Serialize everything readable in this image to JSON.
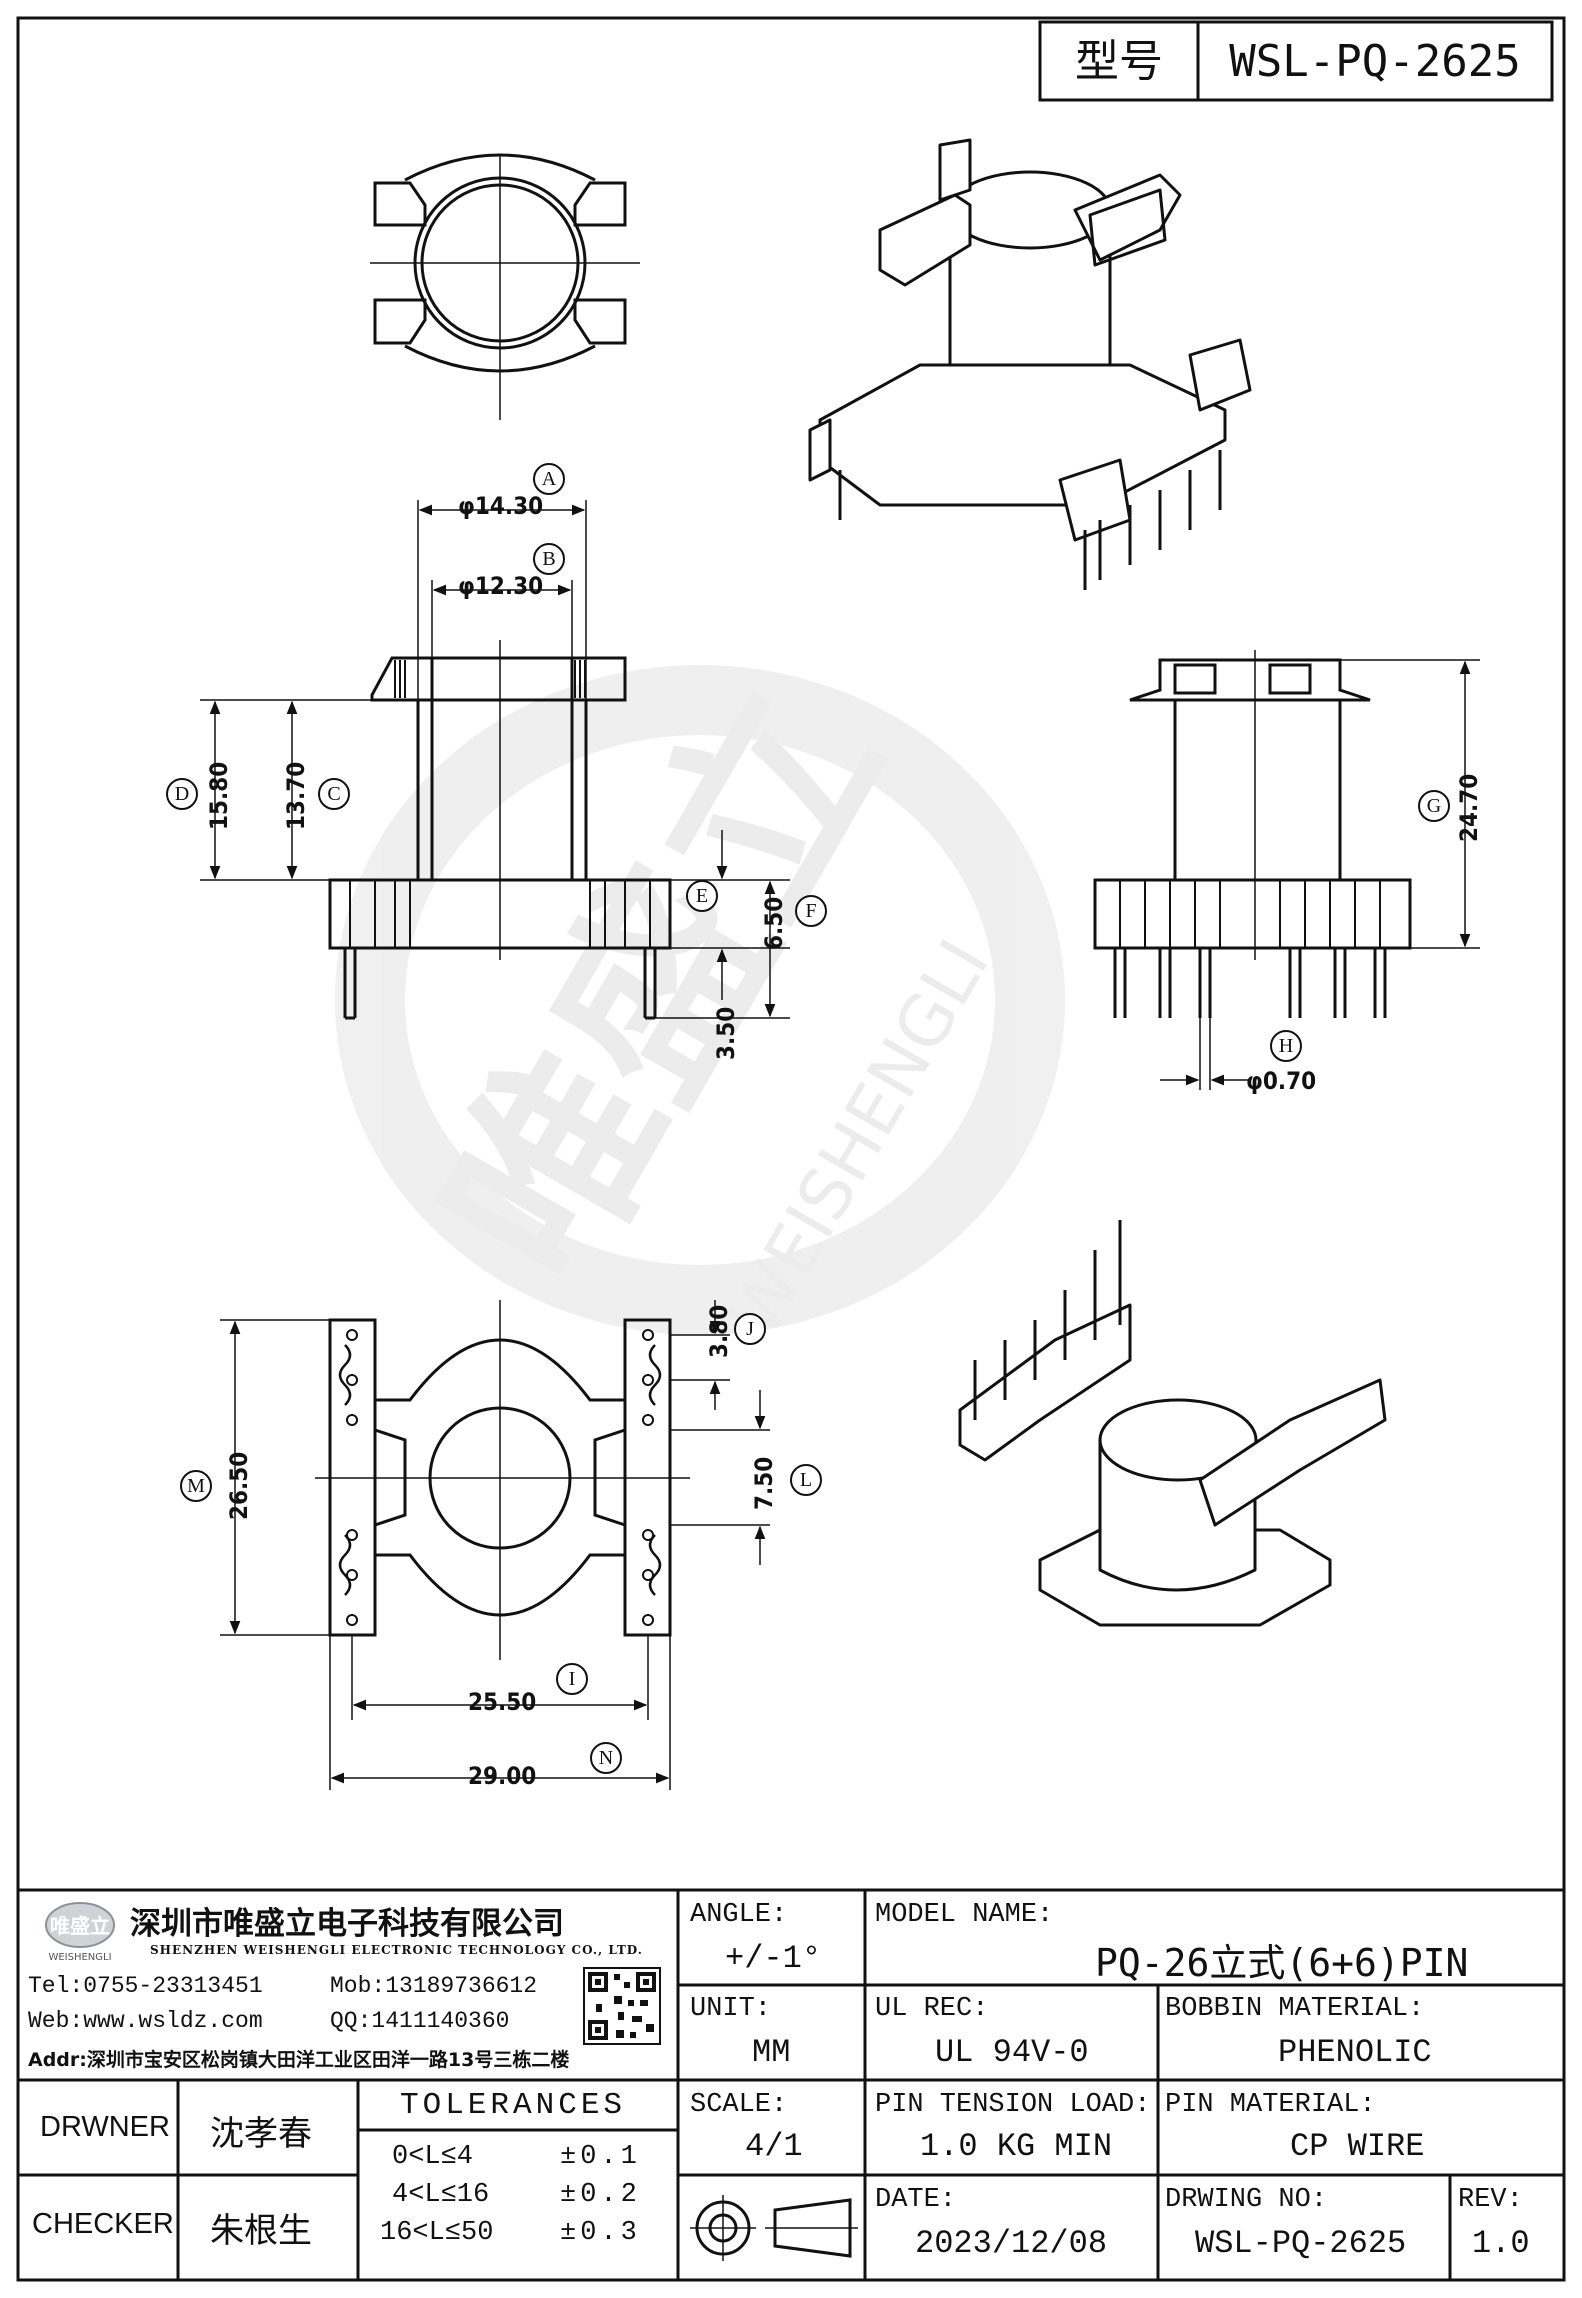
{
  "model": {
    "label": "型号",
    "value": "WSL-PQ-2625"
  },
  "watermark": {
    "cn": "唯盛立",
    "en": "WEISHENGLI"
  },
  "dimensions": {
    "A": {
      "tag": "A",
      "value": "φ14.30"
    },
    "B": {
      "tag": "B",
      "value": "φ12.30"
    },
    "C": {
      "tag": "C",
      "value": "13.70"
    },
    "D": {
      "tag": "D",
      "value": "15.80"
    },
    "E": {
      "tag": "E",
      "value": "3.50"
    },
    "F": {
      "tag": "F",
      "value": "6.50"
    },
    "G": {
      "tag": "G",
      "value": "24.70"
    },
    "H": {
      "tag": "H",
      "value": "φ0.70"
    },
    "J": {
      "tag": "J",
      "value": "3.80"
    },
    "L": {
      "tag": "L",
      "value": "7.50"
    },
    "M": {
      "tag": "M",
      "value": "26.50"
    },
    "I": {
      "tag": "I",
      "value": "25.50"
    },
    "N": {
      "tag": "N",
      "value": "29.00"
    }
  },
  "company": {
    "logo_text": "唯盛立",
    "logo_sub": "WEISHENGLI",
    "name_cn": "深圳市唯盛立电子科技有限公司",
    "name_en": "SHENZHEN WEISHENGLI ELECTRONIC TECHNOLOGY CO., LTD.",
    "tel": "Tel:0755-23313451",
    "mob": "Mob:13189736612",
    "web": "Web:www.wsldz.com",
    "qq": "QQ:1411140360",
    "addr": "Addr:深圳市宝安区松岗镇大田洋工业区田洋一路13号三栋二楼"
  },
  "title_block": {
    "drawer_label": "DRWNER",
    "drawer_name": "沈孝春",
    "checker_label": "CHECKER",
    "checker_name": "朱根生",
    "tolerances_title": "TOLERANCES",
    "tolerances": [
      {
        "range": "0<L≤4",
        "tol": "±0.1"
      },
      {
        "range": "4<L≤16",
        "tol": "±0.2"
      },
      {
        "range": "16<L≤50",
        "tol": "±0.3"
      }
    ],
    "angle_label": "ANGLE:",
    "angle_value": "+/-1°",
    "unit_label": "UNIT:",
    "unit_value": "MM",
    "scale_label": "SCALE:",
    "scale_value": "4/1",
    "model_name_label": "MODEL NAME:",
    "model_name_value": "PQ-26立式(6+6)PIN",
    "ul_label": "UL REC:",
    "ul_value": "UL 94V-0",
    "bobbin_label": "BOBBIN MATERIAL:",
    "bobbin_value": "PHENOLIC",
    "pin_tension_label": "PIN TENSION LOAD:",
    "pin_tension_value": "1.0 KG MIN",
    "pin_material_label": "PIN MATERIAL:",
    "pin_material_value": "CP WIRE",
    "date_label": "DATE:",
    "date_value": "2023/12/08",
    "drawing_no_label": "DRWING NO:",
    "drawing_no_value": "WSL-PQ-2625",
    "rev_label": "REV:",
    "rev_value": "1.0"
  }
}
